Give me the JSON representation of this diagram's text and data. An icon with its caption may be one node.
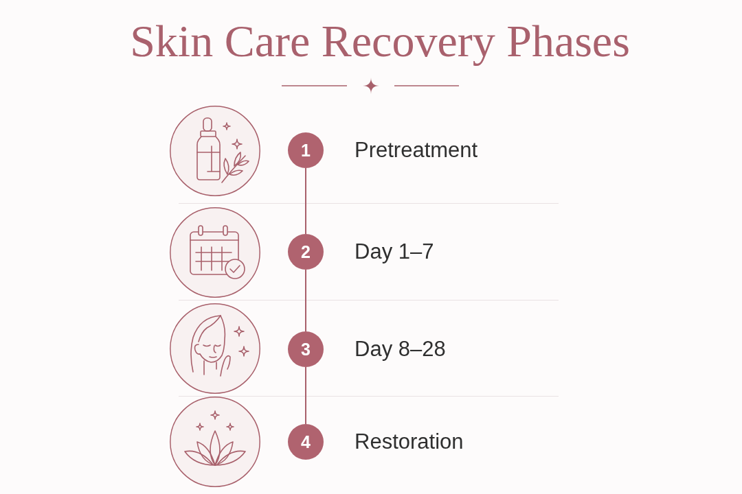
{
  "diagram": {
    "title": "Skin Care Recovery Phases",
    "nodes": [
      {
        "text": [
          "1"
        ],
        "beside": [
          "Pretreatment"
        ]
      },
      {
        "text": [
          "2"
        ],
        "beside": [
          "Day 1–7"
        ]
      },
      {
        "text": [
          "3"
        ],
        "beside": [
          "Day 8–28"
        ]
      },
      {
        "text": [
          "4"
        ],
        "beside": [
          "Restoration"
        ]
      }
    ],
    "edges": [
      {
        "from": 0,
        "to": 1,
        "arrow": "none"
      },
      {
        "from": 1,
        "to": 2,
        "arrow": "none"
      },
      {
        "from": 2,
        "to": 3,
        "arrow": "none"
      }
    ]
  }
}
